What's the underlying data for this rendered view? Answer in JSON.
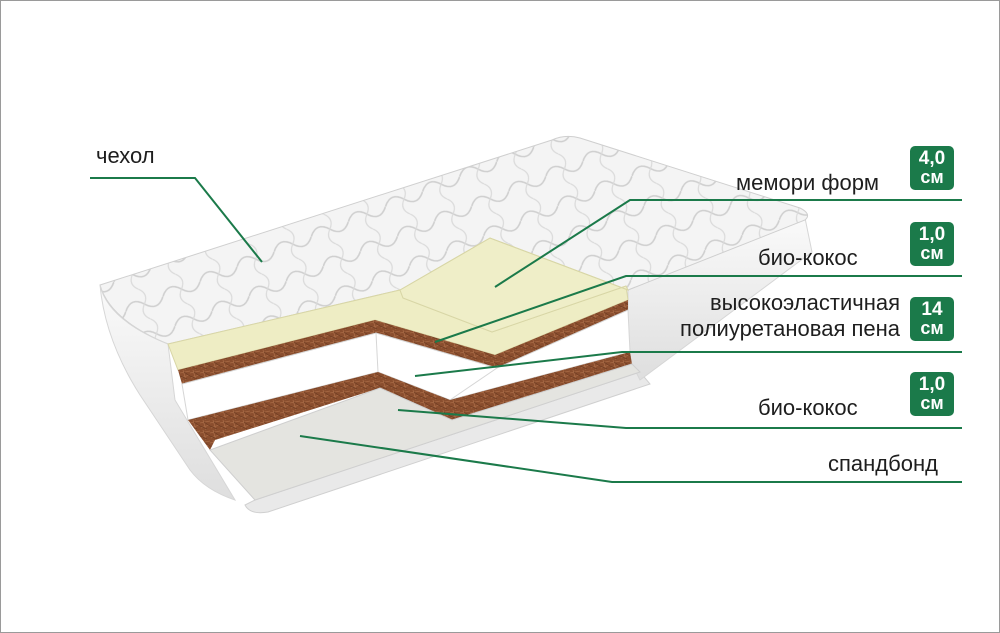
{
  "layers": [
    {
      "id": "cover",
      "name": "чехол"
    },
    {
      "id": "memory",
      "name": "мемори форм",
      "thickness": "4,0",
      "unit": "см"
    },
    {
      "id": "coco1",
      "name": "био-кокос",
      "thickness": "1,0",
      "unit": "см"
    },
    {
      "id": "foam",
      "name_line1": "высокоэластичная",
      "name_line2": "полиуретановая пена",
      "thickness": "14",
      "unit": "см"
    },
    {
      "id": "coco2",
      "name": "био-кокос",
      "thickness": "1,0",
      "unit": "см"
    },
    {
      "id": "spunbond",
      "name": "спандбонд"
    }
  ],
  "colors": {
    "leader": "#1b7a4a",
    "badge": "#1b7a4a",
    "memory_foam": "#eeedc4",
    "coconut": "#8a4e2e",
    "foam": "#ffffff",
    "cover": "#f1f1f1"
  }
}
